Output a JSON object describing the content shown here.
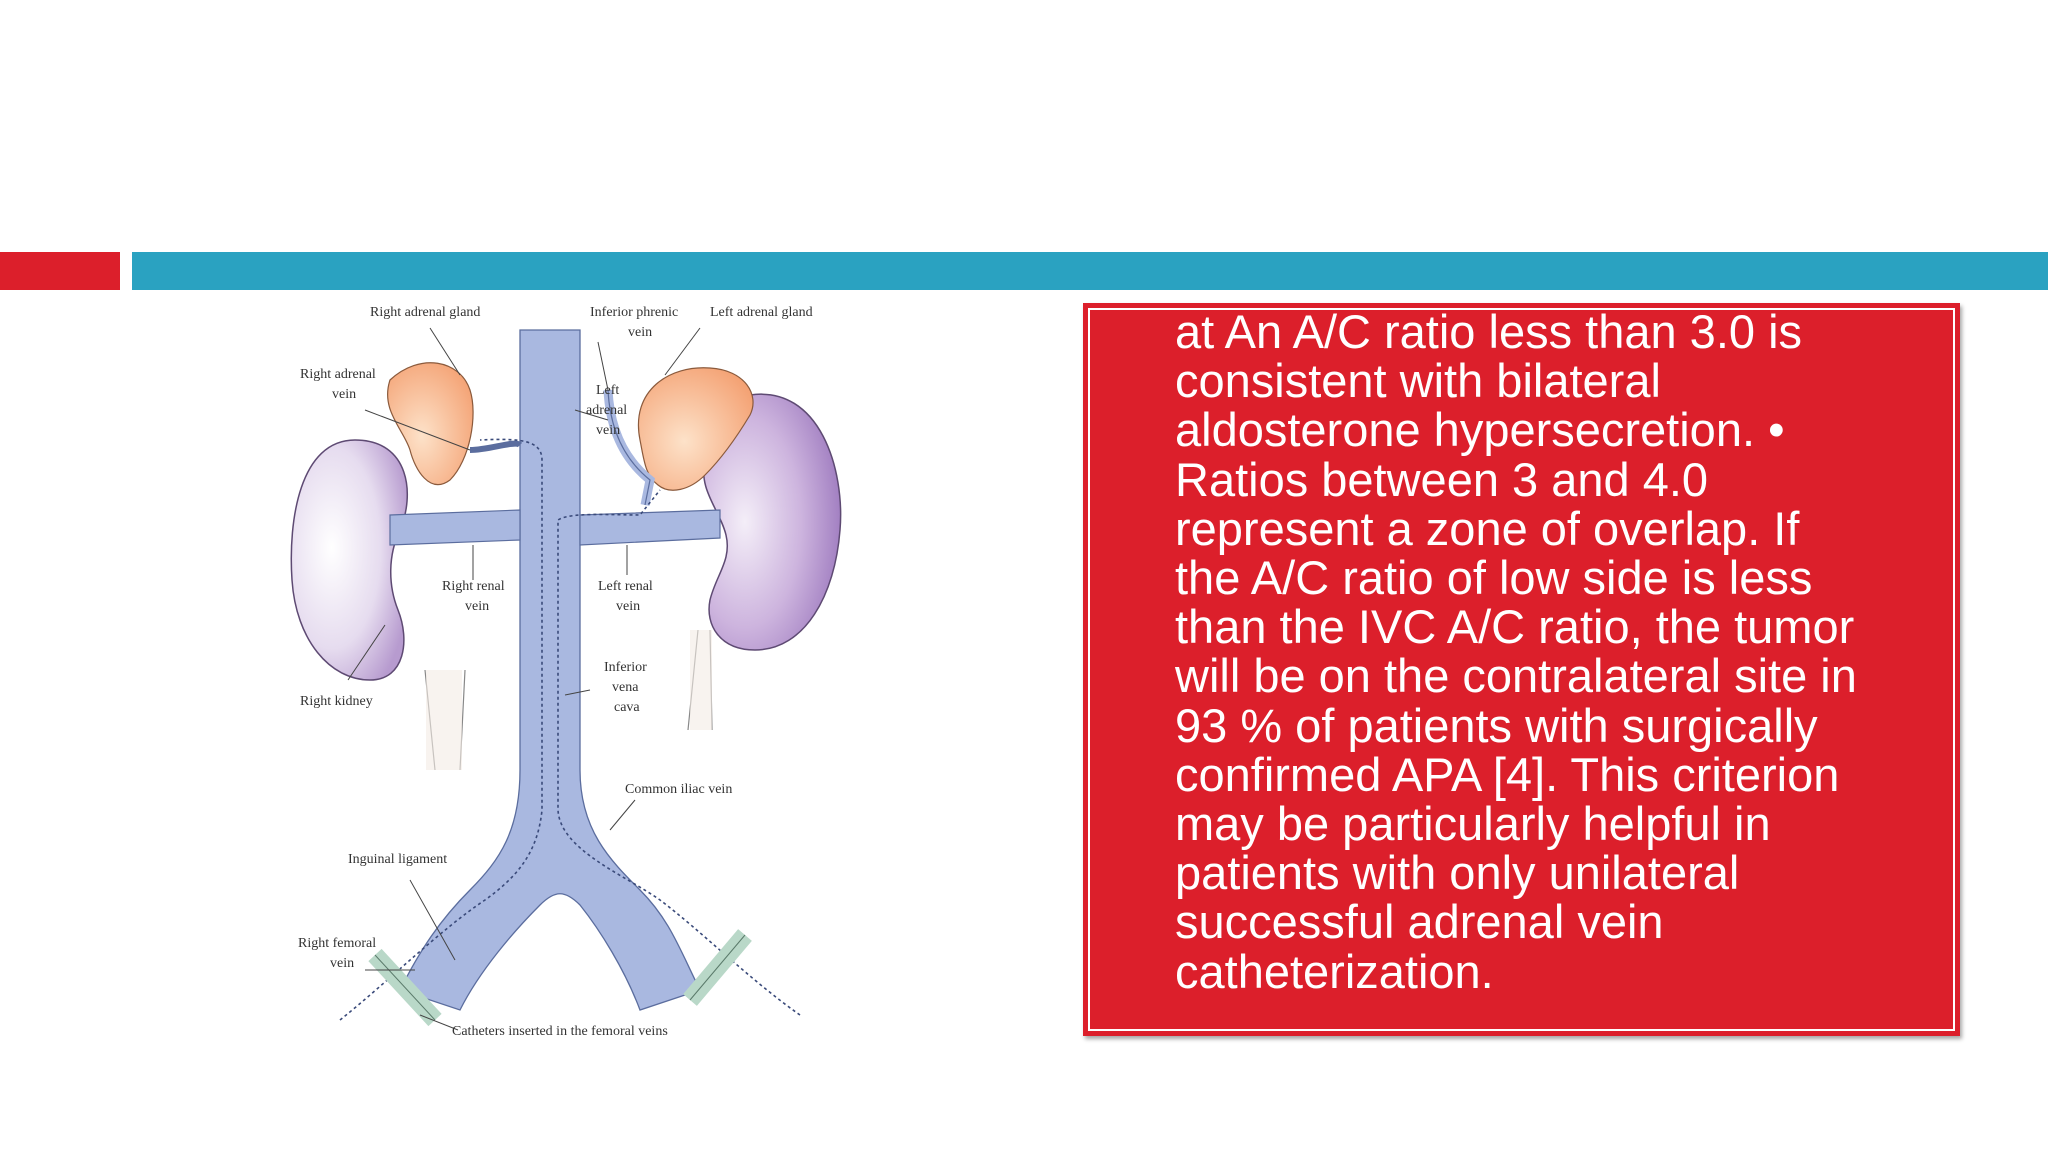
{
  "slide": {
    "body_text": "at An A/C ratio less than 3.0 is\nconsistent with bilateral\naldosterone hypersecretion. •\nRatios between 3 and 4.0\nrepresent a zone of overlap. If\nthe A/C ratio of low side is less\nthan the IVC A/C ratio, the tumor\nwill be on the contralateral site in\n93 % of patients with surgically\nconfirmed APA [4]. This criterion\nmay be particularly helpful in\npatients with only unilateral\nsuccessful adrenal vein\ncatheterization."
  },
  "diagram": {
    "labels": {
      "right_adrenal_gland": "Right adrenal gland",
      "inferior_phrenic_1": "Inferior phrenic",
      "inferior_phrenic_2": "vein",
      "left_adrenal_gland": "Left adrenal gland",
      "right_adrenal_vein_1": "Right adrenal",
      "right_adrenal_vein_2": "vein",
      "left_adrenal_vein_1": "Left",
      "left_adrenal_vein_2": "adrenal",
      "left_adrenal_vein_3": "vein",
      "right_renal_vein_1": "Right renal",
      "right_renal_vein_2": "vein",
      "left_renal_vein_1": "Left renal",
      "left_renal_vein_2": "vein",
      "right_kidney": "Right kidney",
      "inferior_vena_cava_1": "Inferior",
      "inferior_vena_cava_2": "vena",
      "inferior_vena_cava_3": "cava",
      "common_iliac_vein": "Common iliac vein",
      "inguinal_ligament": "Inguinal ligament",
      "right_femoral_vein_1": "Right femoral",
      "right_femoral_vein_2": "vein",
      "catheters": "Catheters inserted in the femoral veins"
    },
    "colors": {
      "kidney": "#c9b3d9",
      "adrenal": "#f7b78e",
      "vein": "#a9b8e0",
      "ligament": "#b9d8c8"
    }
  },
  "colors": {
    "accent_red": "#dc1f2b",
    "accent_teal": "#2aa2c1"
  }
}
